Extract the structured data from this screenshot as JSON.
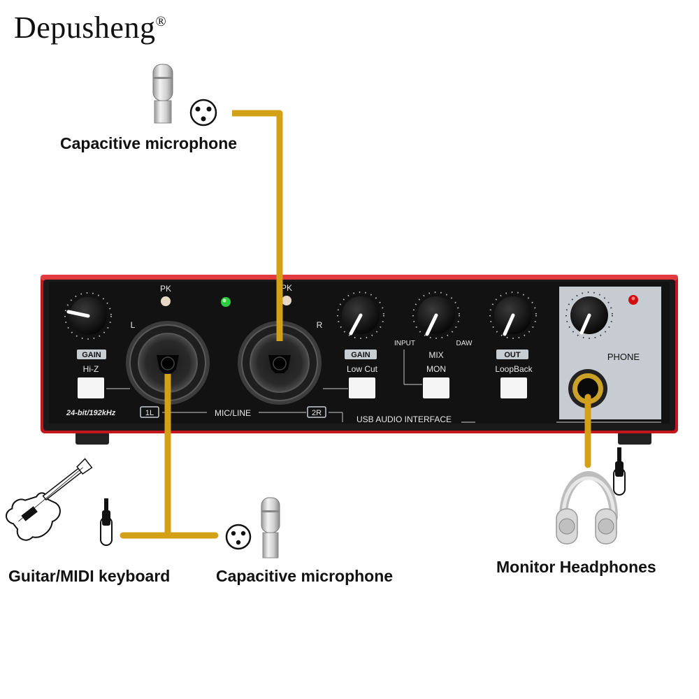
{
  "brand": {
    "name": "Depusheng",
    "mark": "®"
  },
  "captions": {
    "mic_top": "Capacitive microphone",
    "guitar": "Guitar/MIDI keyboard",
    "mic_bottom": "Capacitive microphone",
    "headphones": "Monitor Headphones"
  },
  "panel": {
    "pk_left": "PK",
    "pk_right": "PK",
    "channel_l": "L",
    "channel_r": "R",
    "gain_left": "GAIN",
    "gain_right": "GAIN",
    "hiz": "Hi-Z",
    "low_cut": "Low Cut",
    "mix": "MIX",
    "mix_input": "INPUT",
    "mix_daw": "DAW",
    "mon": "MON",
    "out": "OUT",
    "loopback": "LoopBack",
    "phone": "PHONE",
    "spec": "24-bit/192kHz",
    "in1": "1L",
    "in2": "2R",
    "mic_line": "MIC/LINE",
    "usb": "USB AUDIO INTERFACE"
  },
  "colors": {
    "cable": "#d4a017",
    "chassis": "#c4161c",
    "panel": "#121212",
    "phone_panel": "#c6ccd2",
    "led_green": "#2ecc40",
    "led_red": "#d01010"
  },
  "icons": [
    "microphone-icon",
    "xlr-icon",
    "guitar-icon",
    "jack-plug-icon",
    "headphones-icon"
  ]
}
